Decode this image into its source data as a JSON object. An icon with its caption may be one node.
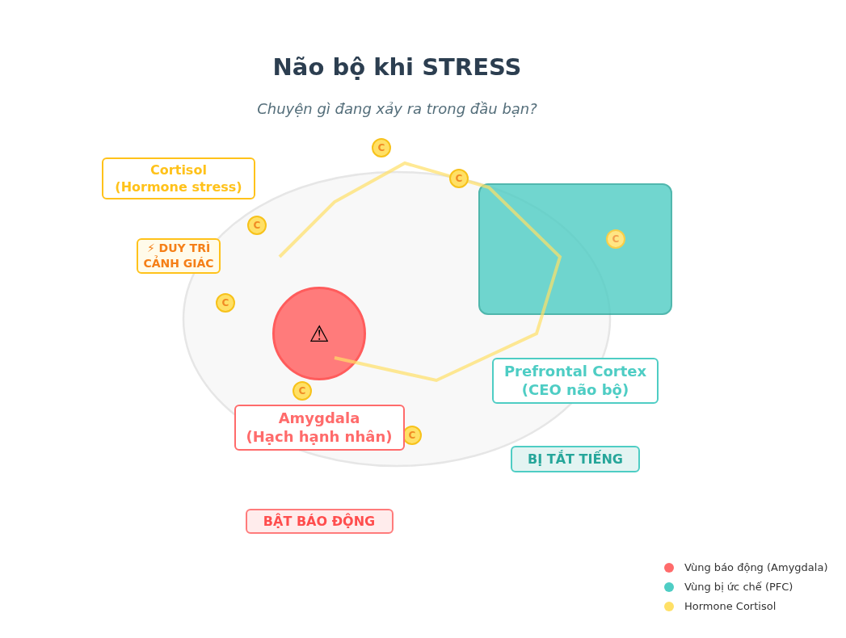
{
  "diagram": {
    "title": "Não bộ khi STRESS",
    "caption": "Chuyện gì đang xảy ra trong đầu bạn?",
    "nodes": [
      {
        "text": [
          "C"
        ]
      },
      {
        "text": [
          "Cortisol",
          "(Hormone stress)"
        ]
      },
      {
        "text": [
          "C"
        ]
      },
      {
        "text": [],
        "shape": "box"
      },
      {
        "text": [
          "C"
        ]
      },
      {
        "text": [
          "⚡ DUY TRÌ CẢNH GIÁC"
        ]
      },
      {
        "text": [
          "C"
        ]
      },
      {
        "text": [
          "C"
        ],
        "in": 3
      },
      {
        "text": [
          "⚠"
        ]
      },
      {
        "text": [
          "Prefrontal Cortex",
          "(CEO não bộ)"
        ]
      },
      {
        "text": [
          "C"
        ]
      },
      {
        "text": [
          "Amygdala",
          "(Hạch hạnh nhân)"
        ]
      },
      {
        "text": [
          "C"
        ]
      },
      {
        "text": [
          "BỊ TẮT TIẾNG"
        ]
      },
      {
        "text": [
          "BẬT BÁO ĐỘNG"
        ]
      }
    ],
    "legend": [
      {
        "text": "Vùng báo động (Amygdala)",
        "color": "#ff6b6b"
      },
      {
        "text": "Vùng bị ức chế (PFC)",
        "color": "#4ecdc4"
      },
      {
        "text": "Hormone Cortisol",
        "color": "#ffe066"
      }
    ]
  }
}
